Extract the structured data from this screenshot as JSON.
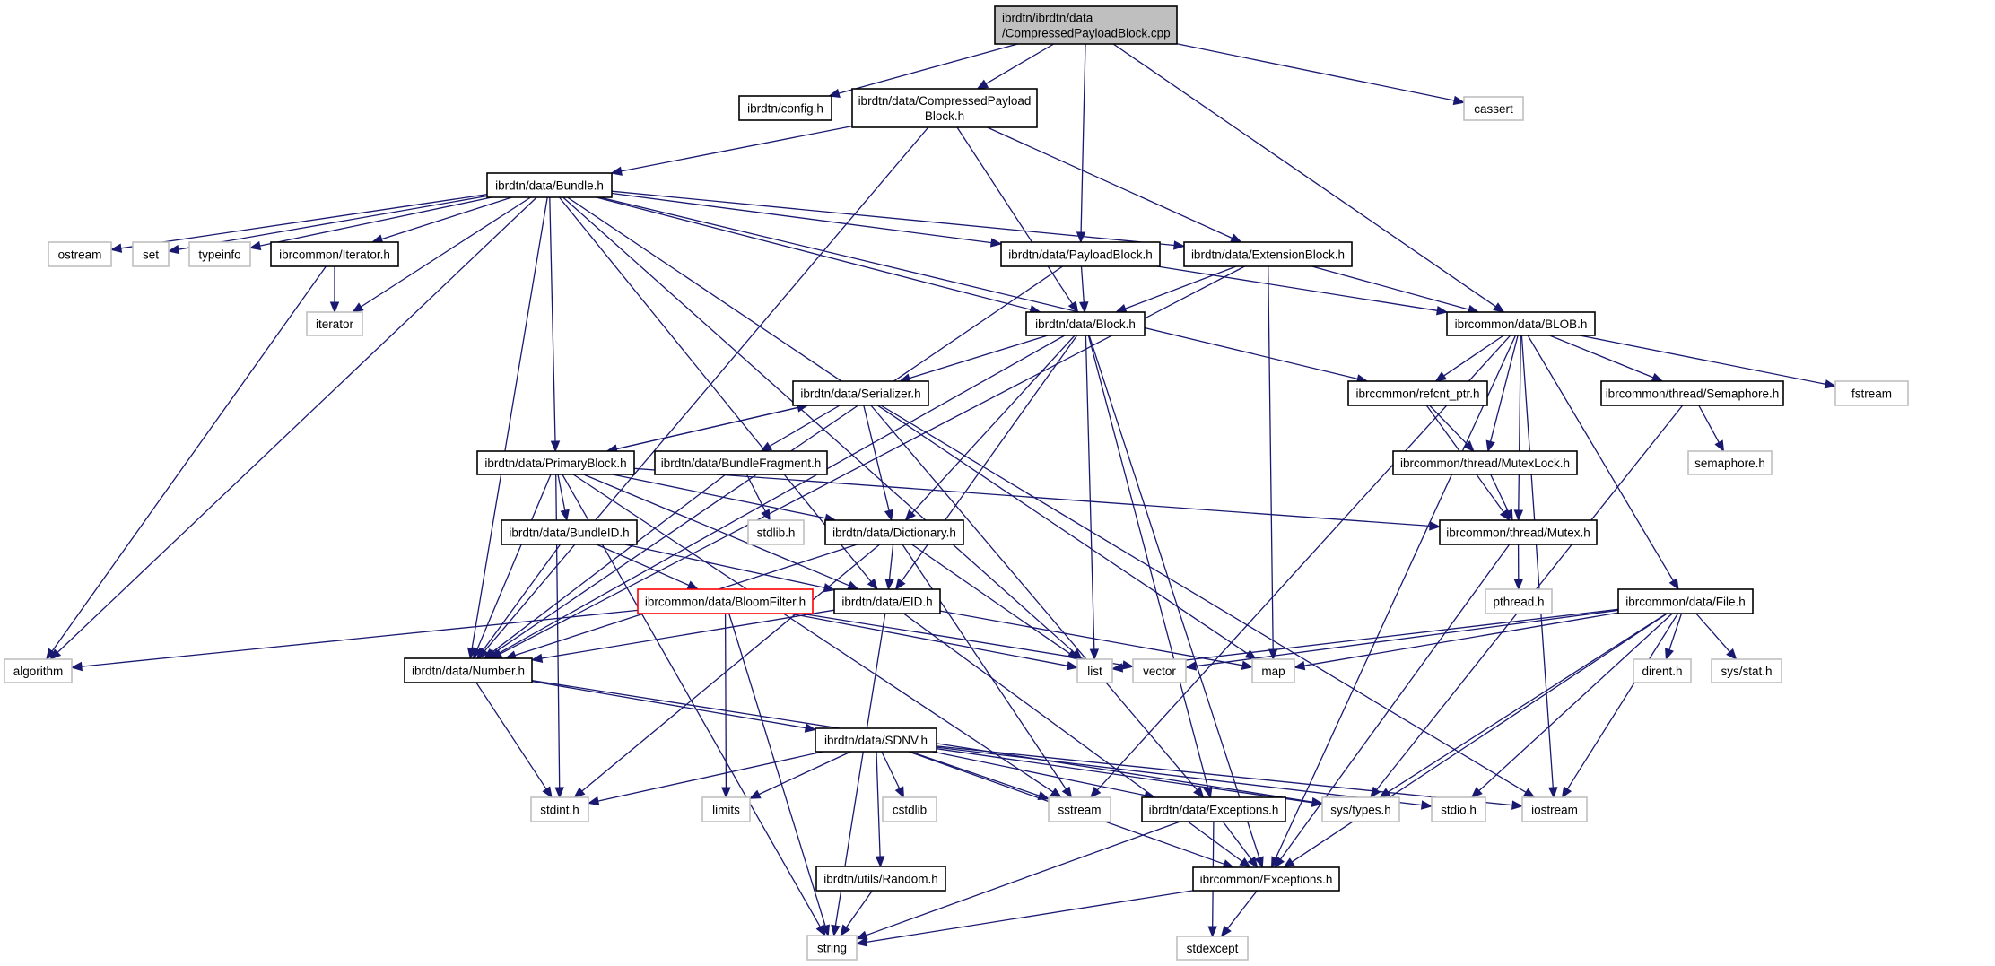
{
  "graph": {
    "title": "ibrdtn/ibrdtn/data/CompressedPayloadBlock.cpp",
    "edge_color": "#191970",
    "nodes": [
      {
        "id": "cpp",
        "label": [
          "ibrdtn/ibrdtn/data",
          "/CompressedPayloadBlock.cpp"
        ],
        "kind": "root"
      },
      {
        "id": "config",
        "label": [
          "ibrdtn/config.h"
        ],
        "kind": "project"
      },
      {
        "id": "cpbh",
        "label": [
          "ibrdtn/data/CompressedPayload",
          "Block.h"
        ],
        "kind": "project"
      },
      {
        "id": "cassert",
        "label": [
          "cassert"
        ],
        "kind": "system"
      },
      {
        "id": "bundle",
        "label": [
          "ibrdtn/data/Bundle.h"
        ],
        "kind": "project"
      },
      {
        "id": "ostream",
        "label": [
          "ostream"
        ],
        "kind": "system"
      },
      {
        "id": "set",
        "label": [
          "set"
        ],
        "kind": "system"
      },
      {
        "id": "typeinfo",
        "label": [
          "typeinfo"
        ],
        "kind": "system"
      },
      {
        "id": "iteratorh",
        "label": [
          "ibrcommon/Iterator.h"
        ],
        "kind": "project"
      },
      {
        "id": "payload",
        "label": [
          "ibrdtn/data/PayloadBlock.h"
        ],
        "kind": "project"
      },
      {
        "id": "extension",
        "label": [
          "ibrdtn/data/ExtensionBlock.h"
        ],
        "kind": "project"
      },
      {
        "id": "iterator",
        "label": [
          "iterator"
        ],
        "kind": "system"
      },
      {
        "id": "block",
        "label": [
          "ibrdtn/data/Block.h"
        ],
        "kind": "project"
      },
      {
        "id": "blob",
        "label": [
          "ibrcommon/data/BLOB.h"
        ],
        "kind": "project"
      },
      {
        "id": "serializer",
        "label": [
          "ibrdtn/data/Serializer.h"
        ],
        "kind": "project"
      },
      {
        "id": "refcnt",
        "label": [
          "ibrcommon/refcnt_ptr.h"
        ],
        "kind": "project"
      },
      {
        "id": "semaphoreh",
        "label": [
          "ibrcommon/thread/Semaphore.h"
        ],
        "kind": "project"
      },
      {
        "id": "fstream",
        "label": [
          "fstream"
        ],
        "kind": "system"
      },
      {
        "id": "primary",
        "label": [
          "ibrdtn/data/PrimaryBlock.h"
        ],
        "kind": "project"
      },
      {
        "id": "fragment",
        "label": [
          "ibrdtn/data/BundleFragment.h"
        ],
        "kind": "project"
      },
      {
        "id": "mutexlock",
        "label": [
          "ibrcommon/thread/MutexLock.h"
        ],
        "kind": "project"
      },
      {
        "id": "semaphore",
        "label": [
          "semaphore.h"
        ],
        "kind": "system"
      },
      {
        "id": "bundleid",
        "label": [
          "ibrdtn/data/BundleID.h"
        ],
        "kind": "project"
      },
      {
        "id": "stdlib",
        "label": [
          "stdlib.h"
        ],
        "kind": "system"
      },
      {
        "id": "dictionary",
        "label": [
          "ibrdtn/data/Dictionary.h"
        ],
        "kind": "project"
      },
      {
        "id": "mutex",
        "label": [
          "ibrcommon/thread/Mutex.h"
        ],
        "kind": "project"
      },
      {
        "id": "bloom",
        "label": [
          "ibrcommon/data/BloomFilter.h"
        ],
        "kind": "missing"
      },
      {
        "id": "eid",
        "label": [
          "ibrdtn/data/EID.h"
        ],
        "kind": "project"
      },
      {
        "id": "pthread",
        "label": [
          "pthread.h"
        ],
        "kind": "system"
      },
      {
        "id": "file",
        "label": [
          "ibrcommon/data/File.h"
        ],
        "kind": "project"
      },
      {
        "id": "algorithm",
        "label": [
          "algorithm"
        ],
        "kind": "system"
      },
      {
        "id": "number",
        "label": [
          "ibrdtn/data/Number.h"
        ],
        "kind": "project"
      },
      {
        "id": "list",
        "label": [
          "list"
        ],
        "kind": "system"
      },
      {
        "id": "vector",
        "label": [
          "vector"
        ],
        "kind": "system"
      },
      {
        "id": "map",
        "label": [
          "map"
        ],
        "kind": "system"
      },
      {
        "id": "dirent",
        "label": [
          "dirent.h"
        ],
        "kind": "system"
      },
      {
        "id": "sysstat",
        "label": [
          "sys/stat.h"
        ],
        "kind": "system"
      },
      {
        "id": "sdnv",
        "label": [
          "ibrdtn/data/SDNV.h"
        ],
        "kind": "project"
      },
      {
        "id": "stdint",
        "label": [
          "stdint.h"
        ],
        "kind": "system"
      },
      {
        "id": "limits",
        "label": [
          "limits"
        ],
        "kind": "system"
      },
      {
        "id": "cstdlib",
        "label": [
          "cstdlib"
        ],
        "kind": "system"
      },
      {
        "id": "sstream",
        "label": [
          "sstream"
        ],
        "kind": "system"
      },
      {
        "id": "dtnexc",
        "label": [
          "ibrdtn/data/Exceptions.h"
        ],
        "kind": "project"
      },
      {
        "id": "systypes",
        "label": [
          "sys/types.h"
        ],
        "kind": "system"
      },
      {
        "id": "stdio",
        "label": [
          "stdio.h"
        ],
        "kind": "system"
      },
      {
        "id": "iostream",
        "label": [
          "iostream"
        ],
        "kind": "system"
      },
      {
        "id": "random",
        "label": [
          "ibrdtn/utils/Random.h"
        ],
        "kind": "project"
      },
      {
        "id": "comexc",
        "label": [
          "ibrcommon/Exceptions.h"
        ],
        "kind": "project"
      },
      {
        "id": "string",
        "label": [
          "string"
        ],
        "kind": "system"
      },
      {
        "id": "stdexcept",
        "label": [
          "stdexcept"
        ],
        "kind": "system"
      }
    ],
    "edges": [
      [
        "cpp",
        "config"
      ],
      [
        "cpp",
        "cpbh"
      ],
      [
        "cpp",
        "payload"
      ],
      [
        "cpp",
        "blob"
      ],
      [
        "cpp",
        "cassert"
      ],
      [
        "cpbh",
        "bundle"
      ],
      [
        "cpbh",
        "block"
      ],
      [
        "cpbh",
        "extension"
      ],
      [
        "cpbh",
        "number"
      ],
      [
        "bundle",
        "ostream"
      ],
      [
        "bundle",
        "set"
      ],
      [
        "bundle",
        "typeinfo"
      ],
      [
        "bundle",
        "iteratorh"
      ],
      [
        "bundle",
        "iterator"
      ],
      [
        "bundle",
        "algorithm"
      ],
      [
        "bundle",
        "number"
      ],
      [
        "bundle",
        "primary"
      ],
      [
        "bundle",
        "eid"
      ],
      [
        "bundle",
        "map"
      ],
      [
        "bundle",
        "block"
      ],
      [
        "bundle",
        "payload"
      ],
      [
        "bundle",
        "extension"
      ],
      [
        "bundle",
        "list"
      ],
      [
        "bundle",
        "refcnt"
      ],
      [
        "iteratorh",
        "iterator"
      ],
      [
        "iteratorh",
        "algorithm"
      ],
      [
        "payload",
        "block"
      ],
      [
        "payload",
        "blob"
      ],
      [
        "payload",
        "number"
      ],
      [
        "extension",
        "block"
      ],
      [
        "extension",
        "blob"
      ],
      [
        "extension",
        "map"
      ],
      [
        "extension",
        "number"
      ],
      [
        "block",
        "serializer"
      ],
      [
        "block",
        "dictionary"
      ],
      [
        "block",
        "eid"
      ],
      [
        "block",
        "list"
      ],
      [
        "block",
        "dtnexc"
      ],
      [
        "block",
        "number"
      ],
      [
        "block",
        "comexc"
      ],
      [
        "blob",
        "refcnt"
      ],
      [
        "blob",
        "mutexlock"
      ],
      [
        "blob",
        "mutex"
      ],
      [
        "blob",
        "semaphoreh"
      ],
      [
        "blob",
        "fstream"
      ],
      [
        "blob",
        "file"
      ],
      [
        "blob",
        "iostream"
      ],
      [
        "blob",
        "sstream"
      ],
      [
        "blob",
        "comexc"
      ],
      [
        "serializer",
        "primary"
      ],
      [
        "serializer",
        "fragment"
      ],
      [
        "serializer",
        "dictionary"
      ],
      [
        "serializer",
        "dtnexc"
      ],
      [
        "serializer",
        "iostream"
      ],
      [
        "refcnt",
        "mutexlock"
      ],
      [
        "refcnt",
        "mutex"
      ],
      [
        "semaphoreh",
        "semaphore"
      ],
      [
        "semaphoreh",
        "systypes"
      ],
      [
        "primary",
        "serializer"
      ],
      [
        "primary",
        "bundleid"
      ],
      [
        "primary",
        "dictionary"
      ],
      [
        "primary",
        "eid"
      ],
      [
        "primary",
        "number"
      ],
      [
        "primary",
        "mutex"
      ],
      [
        "primary",
        "string"
      ],
      [
        "primary",
        "stdint"
      ],
      [
        "primary",
        "sstream"
      ],
      [
        "fragment",
        "stdlib"
      ],
      [
        "fragment",
        "number"
      ],
      [
        "mutexlock",
        "mutex"
      ],
      [
        "bundleid",
        "bloom"
      ],
      [
        "bundleid",
        "eid"
      ],
      [
        "bundleid",
        "number"
      ],
      [
        "dictionary",
        "eid"
      ],
      [
        "dictionary",
        "list"
      ],
      [
        "dictionary",
        "sstream"
      ],
      [
        "dictionary",
        "number"
      ],
      [
        "dictionary",
        "stdint"
      ],
      [
        "mutex",
        "pthread"
      ],
      [
        "mutex",
        "comexc"
      ],
      [
        "bloom",
        "algorithm"
      ],
      [
        "bloom",
        "list"
      ],
      [
        "bloom",
        "limits"
      ],
      [
        "bloom",
        "string"
      ],
      [
        "bloom",
        "vector"
      ],
      [
        "eid",
        "number"
      ],
      [
        "eid",
        "string"
      ],
      [
        "eid",
        "map"
      ],
      [
        "eid",
        "comexc"
      ],
      [
        "file",
        "list"
      ],
      [
        "file",
        "vector"
      ],
      [
        "file",
        "map"
      ],
      [
        "file",
        "dirent"
      ],
      [
        "file",
        "sysstat"
      ],
      [
        "file",
        "systypes"
      ],
      [
        "file",
        "stdio"
      ],
      [
        "file",
        "iostream"
      ],
      [
        "file",
        "comexc"
      ],
      [
        "number",
        "sdnv"
      ],
      [
        "number",
        "stdint"
      ],
      [
        "number",
        "systypes"
      ],
      [
        "sdnv",
        "stdint"
      ],
      [
        "sdnv",
        "limits"
      ],
      [
        "sdnv",
        "cstdlib"
      ],
      [
        "sdnv",
        "random"
      ],
      [
        "sdnv",
        "sstream"
      ],
      [
        "sdnv",
        "dtnexc"
      ],
      [
        "sdnv",
        "systypes"
      ],
      [
        "sdnv",
        "stdio"
      ],
      [
        "sdnv",
        "iostream"
      ],
      [
        "sdnv",
        "comexc"
      ],
      [
        "dtnexc",
        "comexc"
      ],
      [
        "dtnexc",
        "stdexcept"
      ],
      [
        "dtnexc",
        "string"
      ],
      [
        "random",
        "string"
      ],
      [
        "comexc",
        "stdexcept"
      ],
      [
        "comexc",
        "string"
      ]
    ]
  }
}
